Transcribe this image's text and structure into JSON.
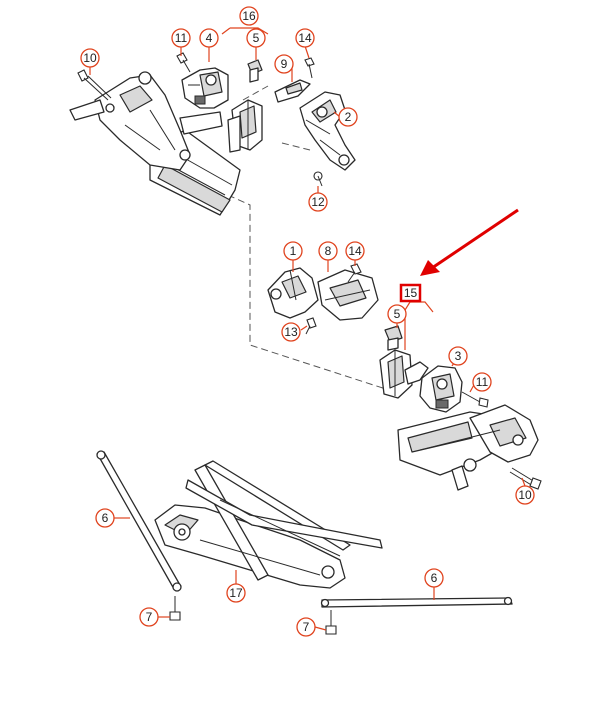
{
  "callouts": {
    "c1": "1",
    "c2": "2",
    "c3": "3",
    "c4": "4",
    "c5a": "5",
    "c5b": "5",
    "c6a": "6",
    "c6b": "6",
    "c7a": "7",
    "c7b": "7",
    "c8": "8",
    "c9": "9",
    "c10a": "10",
    "c10b": "10",
    "c11a": "11",
    "c11b": "11",
    "c12": "12",
    "c13": "13",
    "c14a": "14",
    "c14b": "14",
    "c15": "15",
    "c16": "16",
    "c17": "17"
  },
  "highlight": {
    "part": "15",
    "arrow_color": "#e00000",
    "box_color": "#e00000"
  },
  "colors": {
    "callout_ring": "#e0441f",
    "line_art": "#2a2a2a"
  },
  "icons": [
    "pointer-arrow-icon"
  ]
}
